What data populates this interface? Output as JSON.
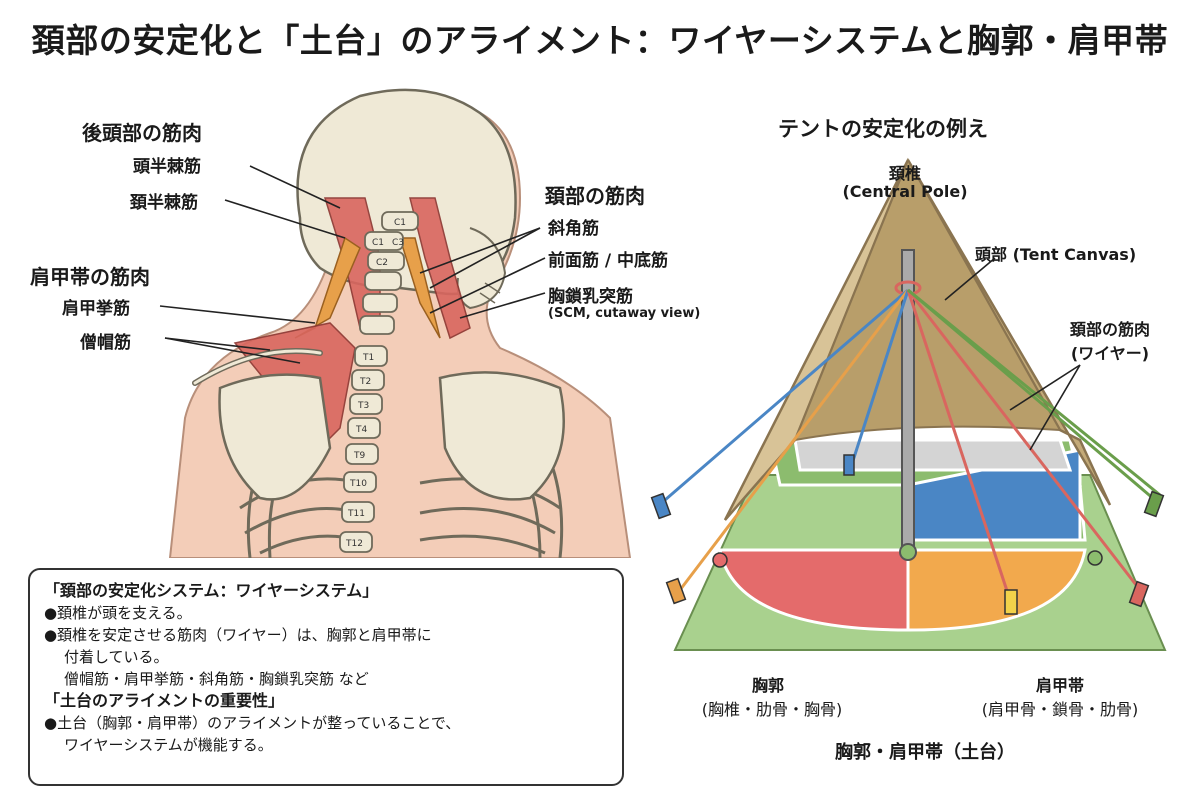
{
  "title": "頚部の安定化と「土台」のアライメント：ワイヤーシステムと胸郭・肩甲帯",
  "anatomy": {
    "posterior_head_muscles": {
      "heading": "後頭部の筋肉",
      "items": [
        "頭半棘筋",
        "頚半棘筋"
      ]
    },
    "shoulder_girdle_muscles": {
      "heading": "肩甲帯の筋肉",
      "items": [
        "肩甲挙筋",
        "僧帽筋"
      ]
    },
    "neck_muscles": {
      "heading": "頚部の筋肉",
      "items": [
        "斜角筋",
        "前面筋 / 中底筋",
        "胸鎖乳突筋"
      ],
      "scm_note": "(SCM, cutaway view)"
    },
    "vertebrae": [
      "C1",
      "C1",
      "C3",
      "C2",
      "T1",
      "T2",
      "T3",
      "T4",
      "T9",
      "T10",
      "T11",
      "T12"
    ]
  },
  "tent": {
    "title": "テントの安定化の例え",
    "pole_label": "頚椎",
    "pole_sub": "(Central Pole)",
    "canvas_label": "頭部 (Tent Canvas)",
    "wire_label": "頚部の筋肉",
    "wire_sub": "(ワイヤー)",
    "thorax_label": "胸郭",
    "thorax_sub": "(胸椎・肋骨・胸骨)",
    "shoulder_label": "肩甲帯",
    "shoulder_sub": "(肩甲骨・鎖骨・肋骨)",
    "base_label": "胸郭・肩甲帯（土台）"
  },
  "summary": {
    "heading1": "「頚部の安定化システム：ワイヤーシステム」",
    "line1": "●頚椎が頭を支える。",
    "line2": "●頚椎を安定させる筋肉（ワイヤー）は、胸郭と肩甲帯に",
    "line3": "付着している。",
    "line4": "僧帽筋・肩甲挙筋・斜角筋・胸鎖乳突筋 など",
    "heading2": "「土台のアライメントの重要性」",
    "line5": "●土台（胸郭・肩甲帯）のアライメントが整っていることで、",
    "line6": "ワイヤーシステムが機能する。"
  },
  "colors": {
    "skin": "#f3cdb8",
    "bone": "#efe9d6",
    "muscle_red": "#d9665f",
    "muscle_orange": "#e7a04a",
    "canvas": "#d8c397",
    "canvas_dark": "#c3aa78",
    "base_green": "#a9d18e",
    "sector_red": "#e46b6b",
    "sector_orange": "#f2a94d",
    "sector_green": "#8cbc6e",
    "sector_blue": "#4a86c5",
    "sector_gray": "#d4d4d4"
  }
}
